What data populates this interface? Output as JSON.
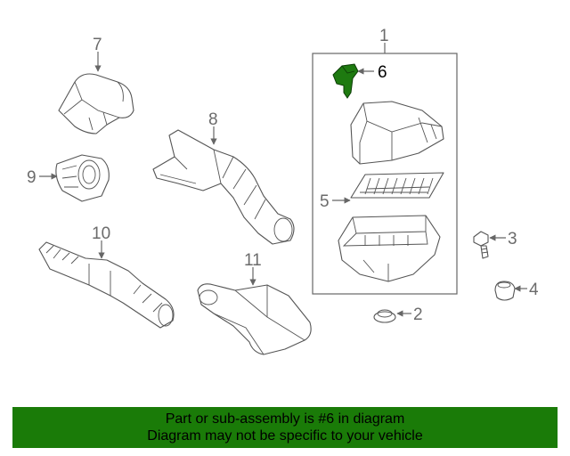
{
  "callouts": {
    "c1": "1",
    "c2": "2",
    "c3": "3",
    "c4": "4",
    "c5": "5",
    "c6": "6",
    "c7": "7",
    "c8": "8",
    "c9": "9",
    "c10": "10",
    "c11": "11"
  },
  "highlight_part": "6",
  "colors": {
    "highlight_fill": "#1e7a10",
    "banner_bg": "#1a7b08",
    "line": "#555555"
  },
  "banner": {
    "line1": "Part or sub-assembly is #6 in diagram",
    "line2": "Diagram may not be specific to your vehicle"
  }
}
